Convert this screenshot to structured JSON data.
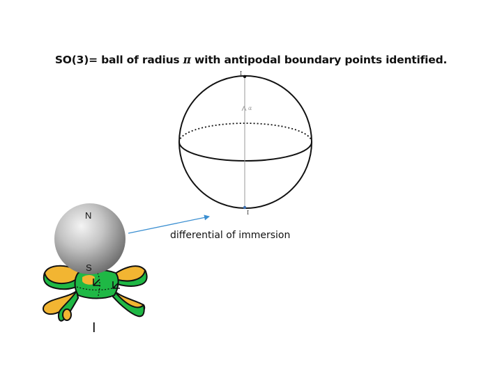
{
  "title": {
    "text_before": "SO(3)= ball of radius ",
    "symbol": "π",
    "text_after": " with antipodal boundary points identified."
  },
  "ball": {
    "top_label": "I",
    "bottom_label": "I",
    "axis_label": "α"
  },
  "arrow_caption": "differential of immersion",
  "sphere_labels": {
    "north": "N",
    "south": "S"
  },
  "surface_label": "I",
  "colors": {
    "line": "#111111",
    "arrow": "#3b8fd1",
    "band_green": "#1fb845",
    "band_yellow": "#f2b532",
    "axis": "#9a9a9a"
  }
}
